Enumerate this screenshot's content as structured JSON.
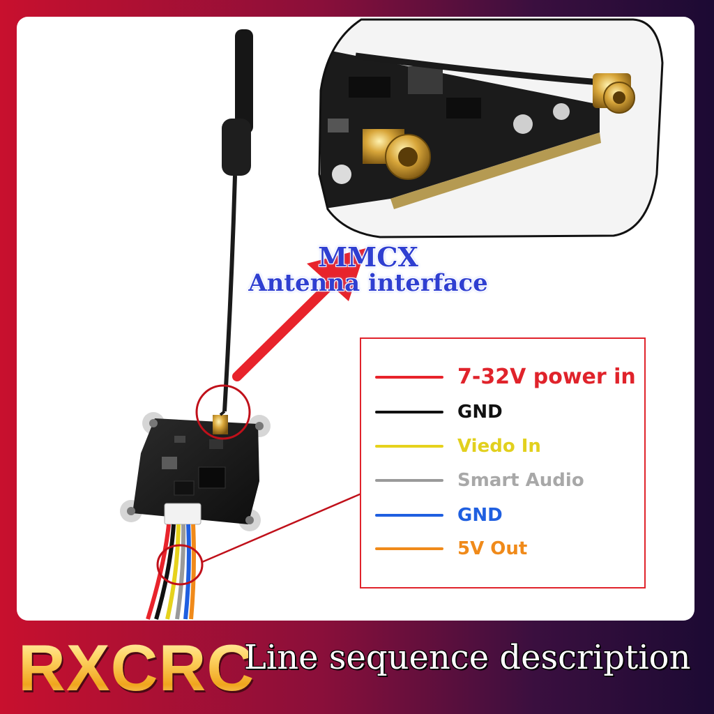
{
  "callout": {
    "line1": "MMCX",
    "line2": "Antenna interface"
  },
  "legend": {
    "items": [
      {
        "label": "7-32V power in",
        "color": "#e8232b",
        "text_color": "#e0232b"
      },
      {
        "label": "GND",
        "color": "#111111",
        "text_color": "#111111"
      },
      {
        "label": "Viedo In",
        "color": "#e6d21c",
        "text_color": "#e2d01e"
      },
      {
        "label": "Smart Audio",
        "color": "#9a9a9a",
        "text_color": "#a8a8a8"
      },
      {
        "label": "GND",
        "color": "#1f5fe0",
        "text_color": "#1f5fe0"
      },
      {
        "label": "5V Out",
        "color": "#f08a1a",
        "text_color": "#f08a1a"
      }
    ]
  },
  "footer": {
    "brand": "RXCRC",
    "subtitle": "Line sequence description"
  }
}
